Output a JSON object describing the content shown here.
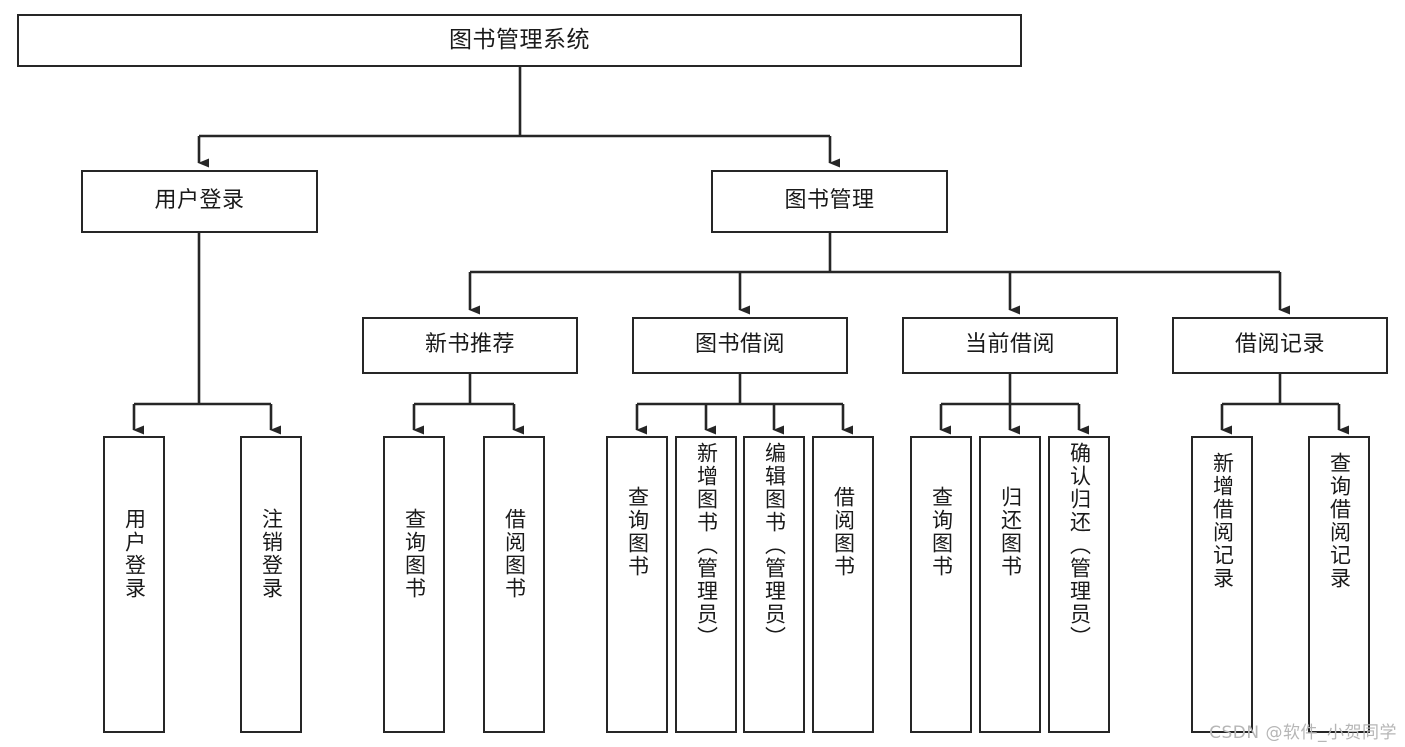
{
  "diagram": {
    "type": "tree",
    "title": "图书管理系统",
    "colors": {
      "stroke": "#262626",
      "fill": "#ffffff",
      "text": "#1a1a1a",
      "watermark": "#b6b6b6"
    },
    "root": {
      "label": "图书管理系统"
    },
    "level2": [
      {
        "label": "用户登录"
      },
      {
        "label": "图书管理"
      }
    ],
    "level3": [
      {
        "label": "新书推荐"
      },
      {
        "label": "图书借阅"
      },
      {
        "label": "当前借阅"
      },
      {
        "label": "借阅记录"
      }
    ],
    "leaves": {
      "user_login": [
        {
          "label": "用户登录"
        },
        {
          "label": "注销登录"
        }
      ],
      "new_book_recommend": [
        {
          "label": "查询图书"
        },
        {
          "label": "借阅图书"
        }
      ],
      "book_borrow": [
        {
          "label": "查询图书"
        },
        {
          "label": "新增图书（管理员）"
        },
        {
          "label": "编辑图书（管理员）"
        },
        {
          "label": "借阅图书"
        }
      ],
      "current_borrow": [
        {
          "label": "查询图书"
        },
        {
          "label": "归还图书"
        },
        {
          "label": "确认归还（管理员）"
        }
      ],
      "borrow_record": [
        {
          "label": "新增借阅记录"
        },
        {
          "label": "查询借阅记录"
        }
      ]
    }
  },
  "watermark": {
    "text": "CSDN @软件_小贺同学"
  }
}
